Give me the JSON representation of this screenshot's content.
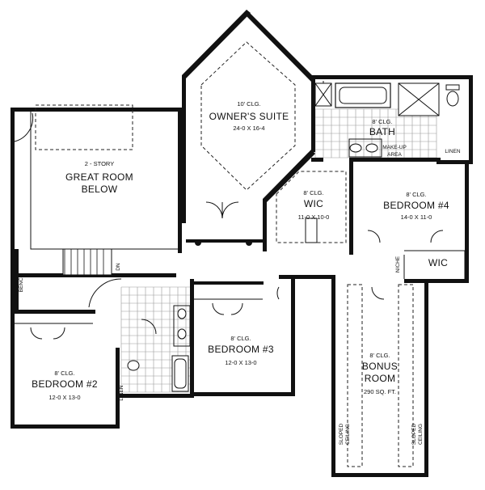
{
  "rooms": {
    "great_room": {
      "line1": "2 - STORY",
      "line2": "GREAT ROOM",
      "line3": "BELOW"
    },
    "owners_suite": {
      "ceiling": "10' CLG.",
      "name": "OWNER'S SUITE",
      "size": "24-0 X 16-4"
    },
    "bath": {
      "ceiling": "8' CLG.",
      "name": "BATH",
      "makeup_1": "MAKE-UP",
      "makeup_2": "AREA",
      "linen": "LINEN"
    },
    "wic_main": {
      "ceiling": "8' CLG.",
      "name": "WIC",
      "size": "11-0 X 10-0"
    },
    "bedroom4": {
      "ceiling": "8' CLG.",
      "name": "BEDROOM #4",
      "size": "14-0 X 11-0",
      "wic": "WIC",
      "niche": "NICHE"
    },
    "bedroom3": {
      "ceiling": "8' CLG.",
      "name": "BEDROOM #3",
      "size": "12-0 X 13-0"
    },
    "bedroom2": {
      "ceiling": "8' CLG.",
      "name": "BEDROOM #2",
      "size": "12-0 X 13-0"
    },
    "bonus": {
      "ceiling": "8' CLG.",
      "name1": "BONUS",
      "name2": "ROOM",
      "area": "290 SQ. FT.",
      "sloped_1": "SLOPED",
      "sloped_2": "CEILING"
    },
    "hall": {
      "bench": "BENCH",
      "dn": "DN",
      "linen": "LINEN"
    }
  }
}
